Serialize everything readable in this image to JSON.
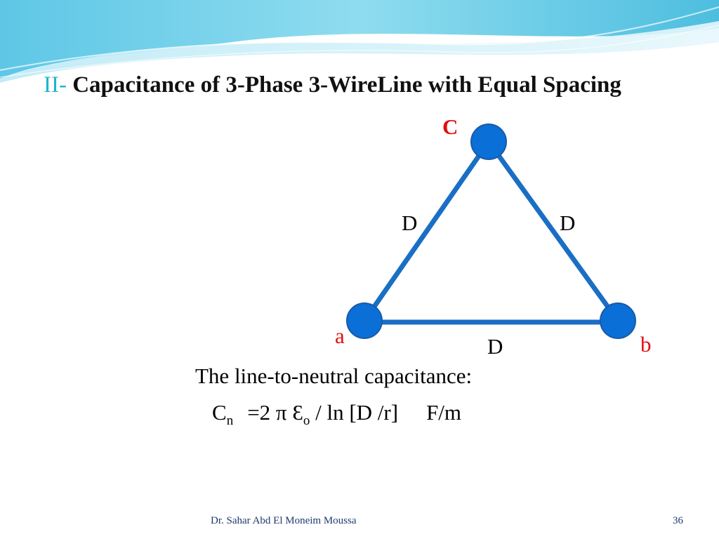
{
  "slide": {
    "title_prefix": "II-",
    "title_text": " Capacitance of 3-Phase 3-WireLine with Equal Spacing",
    "diagram": {
      "nodes": [
        {
          "id": "c",
          "label": "C"
        },
        {
          "id": "a",
          "label": "a"
        },
        {
          "id": "b",
          "label": "b"
        }
      ],
      "edge_labels": {
        "ca": "D",
        "cb": "D",
        "ab": "D"
      }
    },
    "caption": "The line-to-neutral capacitance:",
    "formula": {
      "symbol": "C",
      "subscript": "n",
      "expression": "=2 π Ɛ",
      "eps_subscript": "o",
      "rest": "/ ln [D /r]",
      "unit": "F/m"
    },
    "footer_author": "Dr. Sahar Abd El Moneim Moussa",
    "page_number": "36"
  },
  "colors": {
    "title_prefix": "#1fb3cf",
    "node_fill": "#0a6fd6",
    "node_stroke": "#1a5aa8",
    "edge": "#1a6fc4",
    "node_label": "#e01010",
    "footer": "#1e3a6e"
  }
}
